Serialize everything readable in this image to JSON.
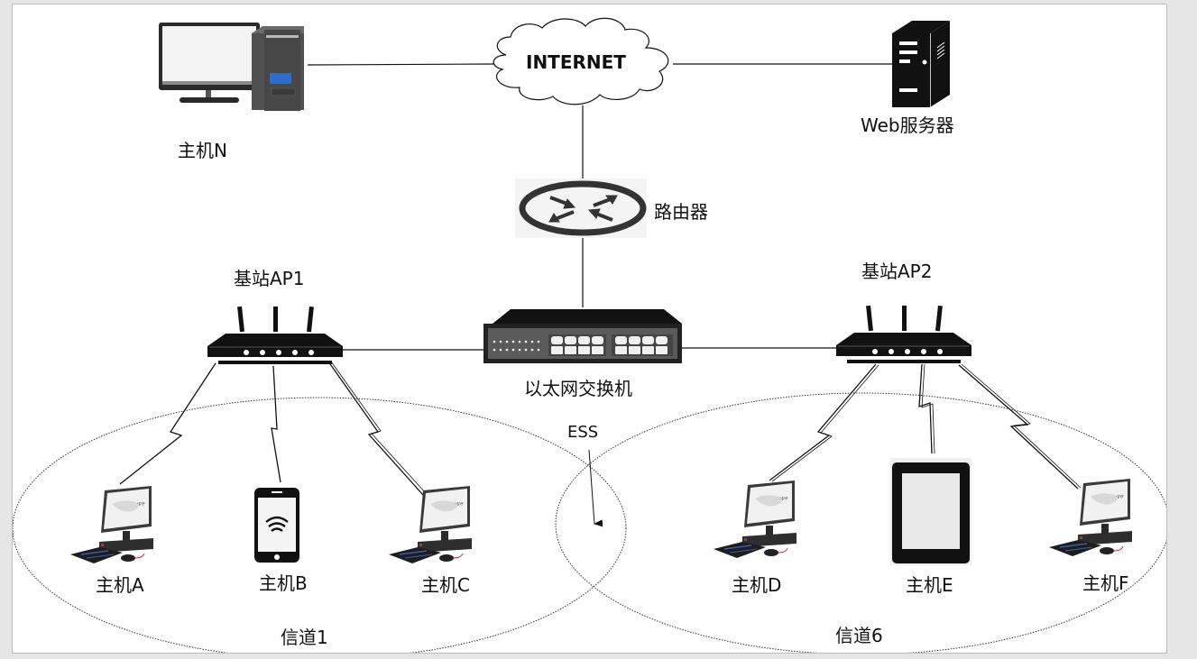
{
  "diagram": {
    "internet_label": "INTERNET",
    "router_label": "路由器",
    "switch_label": "以太网交换机",
    "web_server_label": "Web服务器",
    "host_n_label": "主机N",
    "ap1_label": "基站AP1",
    "ap2_label": "基站AP2",
    "ess_label": "ESS",
    "channel1_label": "信道1",
    "channel6_label": "信道6",
    "hosts": [
      {
        "id": "A",
        "label": "主机A",
        "type": "desktop",
        "ap": "AP1"
      },
      {
        "id": "B",
        "label": "主机B",
        "type": "smartphone",
        "ap": "AP1"
      },
      {
        "id": "C",
        "label": "主机C",
        "type": "desktop",
        "ap": "AP1"
      },
      {
        "id": "D",
        "label": "主机D",
        "type": "desktop",
        "ap": "AP2"
      },
      {
        "id": "E",
        "label": "主机E",
        "type": "tablet",
        "ap": "AP2"
      },
      {
        "id": "F",
        "label": "主机F",
        "type": "desktop",
        "ap": "AP2"
      }
    ],
    "screen_brand_text": "ThinkCentre"
  }
}
